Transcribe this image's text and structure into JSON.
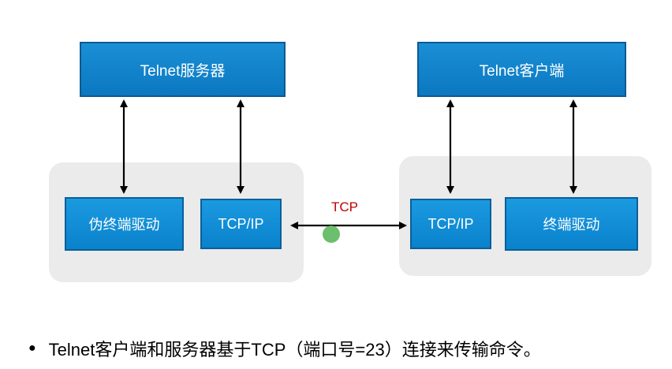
{
  "server": {
    "title": "Telnet服务器",
    "pseudo_terminal_driver": "伪终端驱动",
    "tcpip": "TCP/IP"
  },
  "client": {
    "title": "Telnet客户端",
    "tcpip": "TCP/IP",
    "terminal_driver": "终端驱动"
  },
  "connection": {
    "label": "TCP"
  },
  "note": {
    "bullet": "●",
    "text": "Telnet客户端和服务器基于TCP（端口号=23）连接来传输命令。"
  },
  "colors": {
    "box": "#0a82cc",
    "panel": "#ebebeb",
    "tcp_label": "#c00000",
    "dot": "#5cb85c"
  }
}
